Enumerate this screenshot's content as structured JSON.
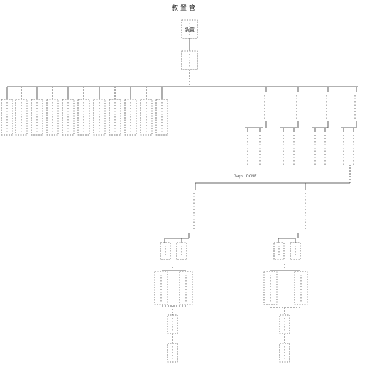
{
  "diagram": {
    "title": "叙 置 管",
    "root_label": "装置",
    "connector_label": "Gaps DCMF"
  },
  "colors": {
    "line": "#333333",
    "box_border": "#555555",
    "background": "#ffffff"
  }
}
